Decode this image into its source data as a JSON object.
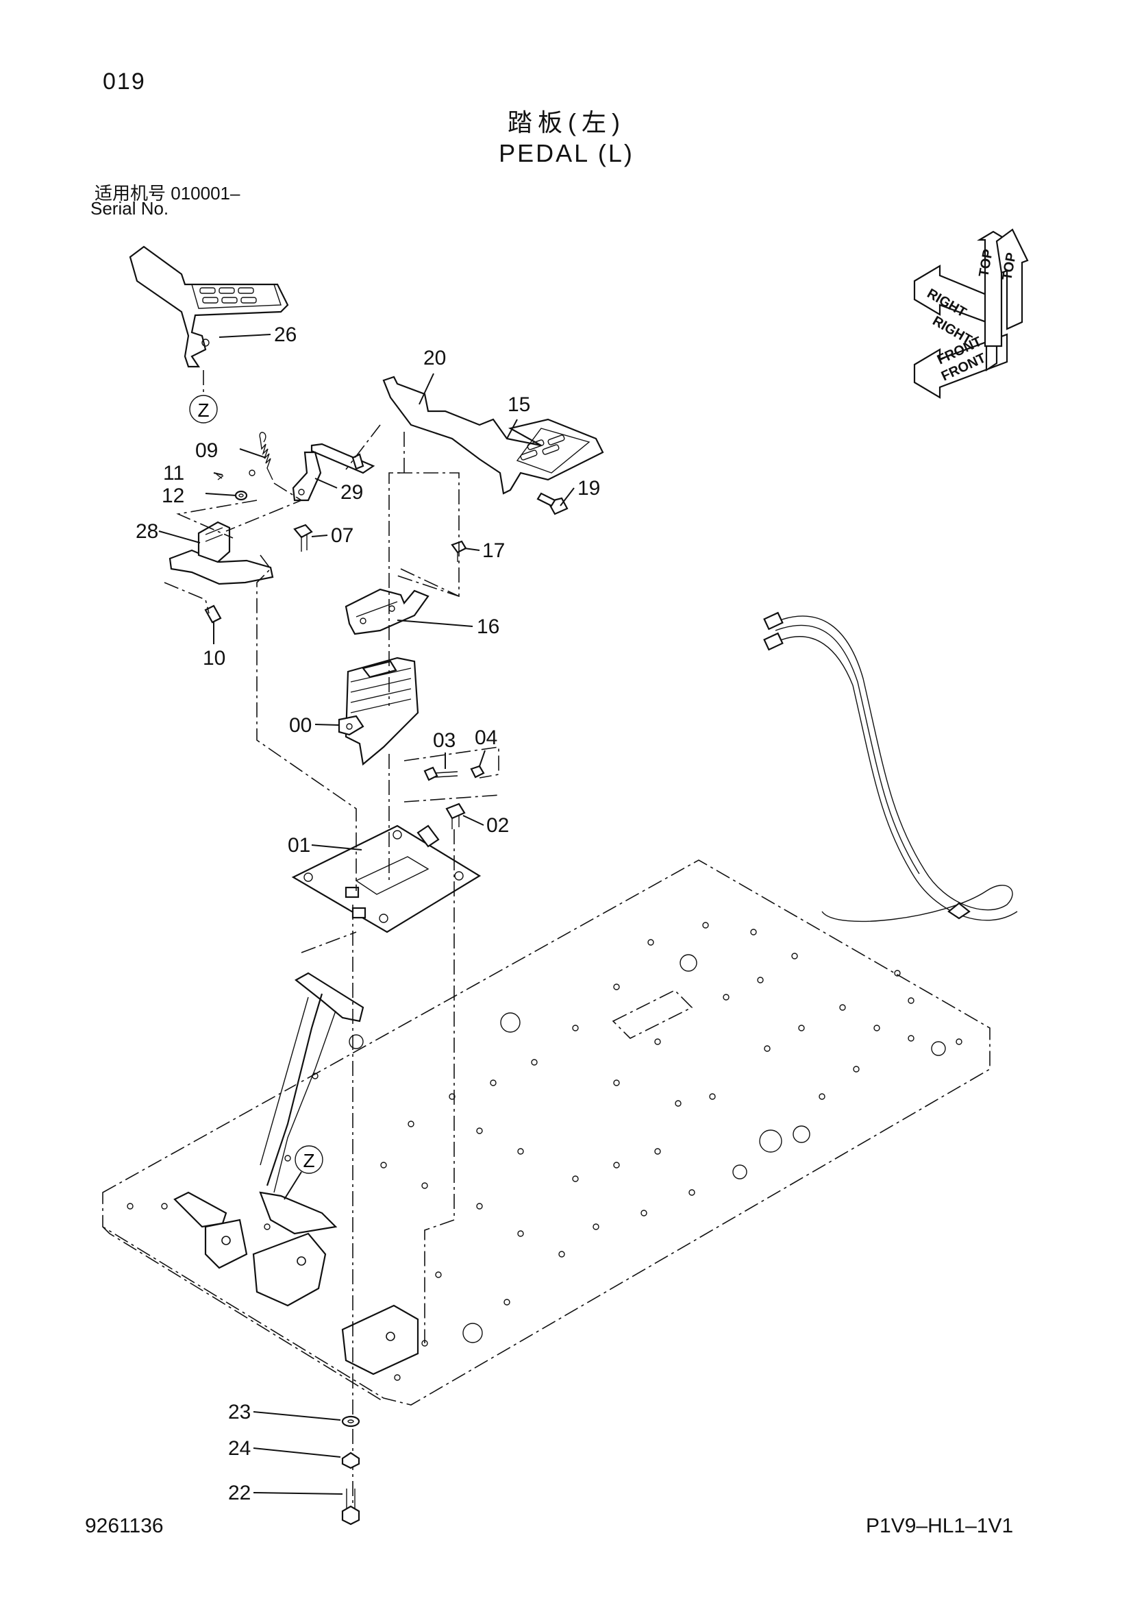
{
  "page_number": "019",
  "title_cn": "踏板(左)",
  "title_en": "PEDAL (L)",
  "serial": {
    "label_cn": "适用机号",
    "value": "010001–",
    "label_en": "Serial No."
  },
  "footer": {
    "drawing_no": "9261136",
    "code": "P1V9–HL1–1V1"
  },
  "orientation": {
    "top": "TOP",
    "right": "RIGHT",
    "front": "FRONT"
  },
  "detail_marker": "Z",
  "callouts": [
    "26",
    "20",
    "15",
    "09",
    "11",
    "12",
    "29",
    "19",
    "28",
    "07",
    "17",
    "10",
    "16",
    "00",
    "03",
    "04",
    "01",
    "02",
    "23",
    "24",
    "22"
  ]
}
